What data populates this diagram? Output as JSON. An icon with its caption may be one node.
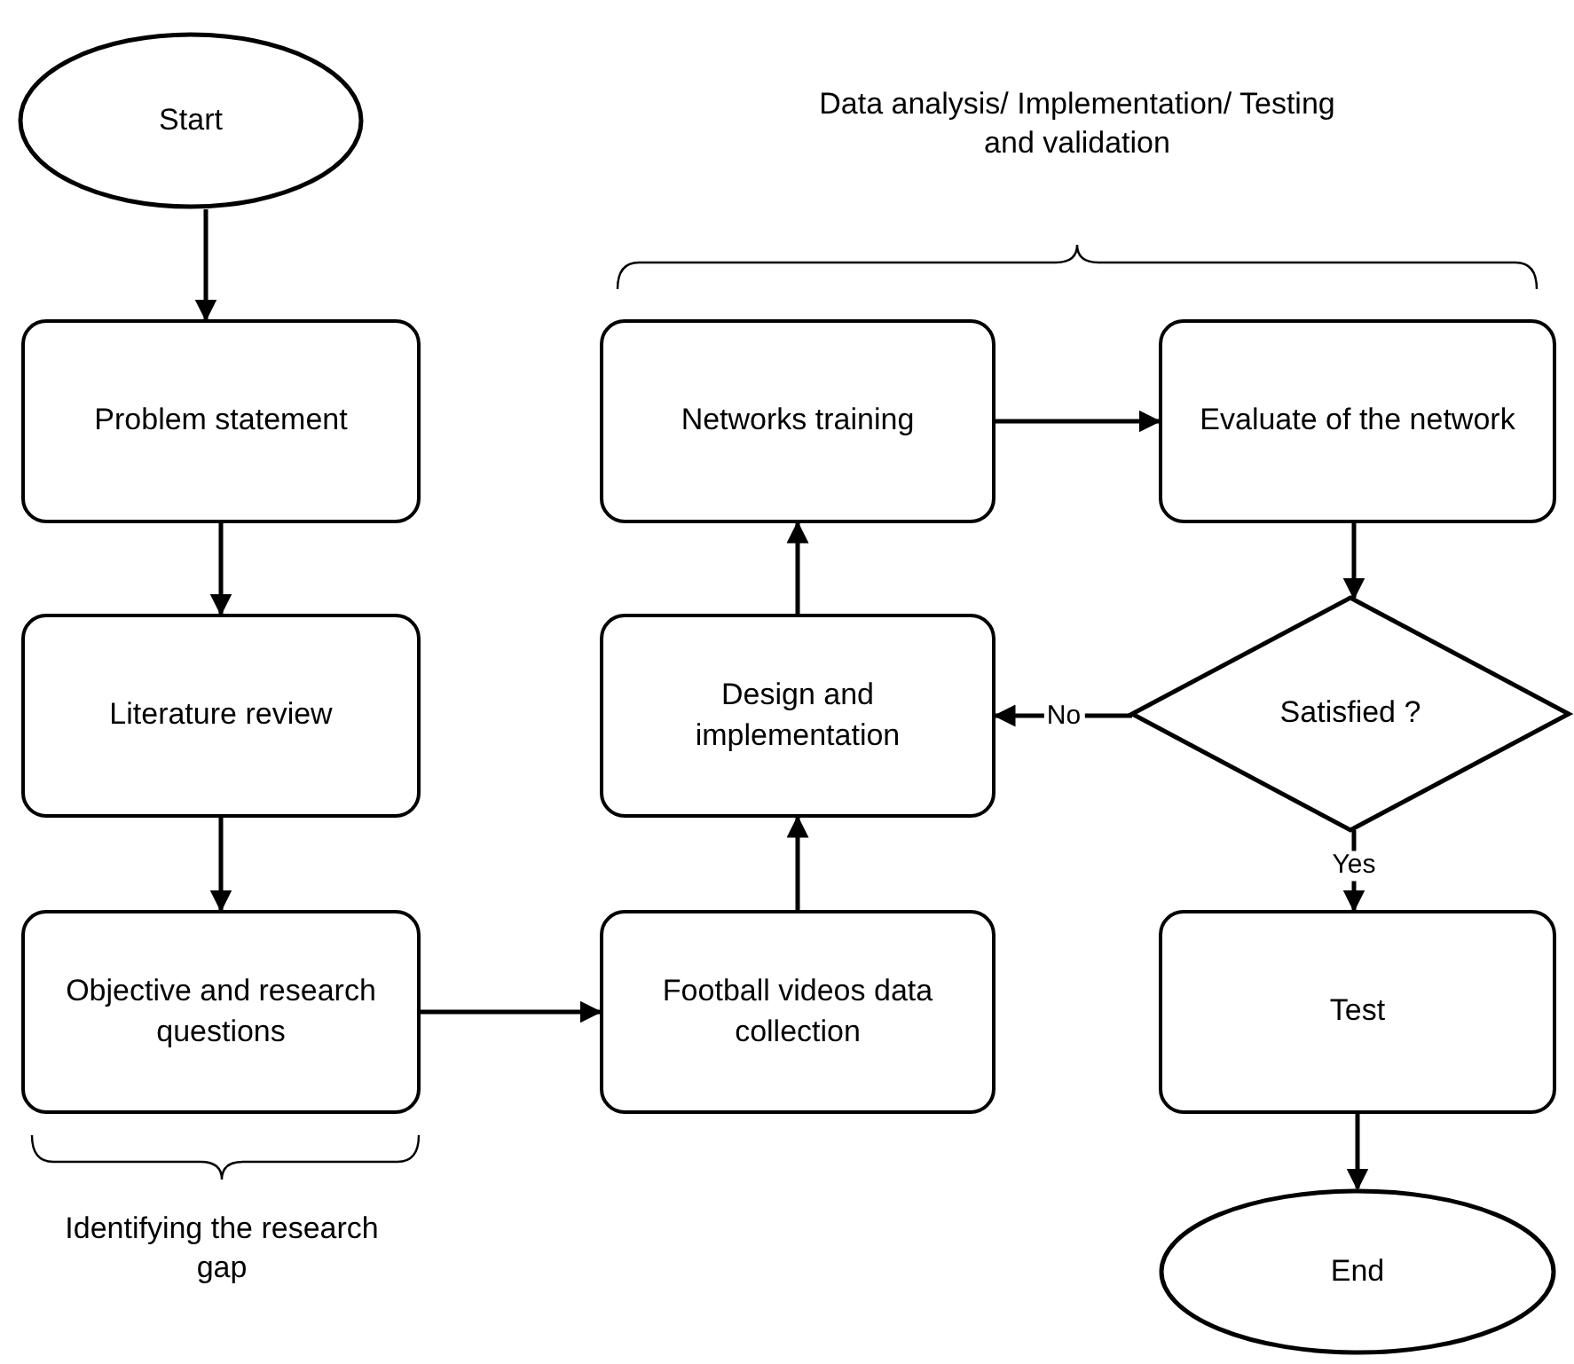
{
  "diagram": {
    "nodes": [
      {
        "text": [
          "Start"
        ]
      },
      {
        "text": [
          "Problem statement"
        ]
      },
      {
        "text": [
          "Networks training"
        ]
      },
      {
        "text": [
          "Evaluate of the network"
        ]
      },
      {
        "text": [
          "Literature review"
        ]
      },
      {
        "text": [
          "Design and implementation"
        ]
      },
      {
        "text": [
          "Satisfied ?"
        ]
      },
      {
        "text": [
          "Objective and research questions"
        ]
      },
      {
        "text": [
          "Football videos data collection"
        ]
      },
      {
        "text": [
          "Test"
        ]
      },
      {
        "text": [
          "End"
        ]
      }
    ],
    "edges": [
      {
        "from": 0,
        "to": 1,
        "arrow": "to"
      },
      {
        "from": 1,
        "to": 4,
        "arrow": "to"
      },
      {
        "from": 4,
        "to": 7,
        "arrow": "to"
      },
      {
        "from": 7,
        "to": 8,
        "arrow": "to"
      },
      {
        "from": 8,
        "to": 5,
        "arrow": "to"
      },
      {
        "from": 5,
        "to": 2,
        "arrow": "to"
      },
      {
        "from": 2,
        "to": 3,
        "arrow": "to"
      },
      {
        "from": 3,
        "to": 6,
        "arrow": "to"
      },
      {
        "from": 6,
        "to": 5,
        "arrow": "to",
        "label": "No"
      },
      {
        "from": 6,
        "to": 9,
        "arrow": "to",
        "label": "Yes"
      },
      {
        "from": 9,
        "to": 10,
        "arrow": "to"
      }
    ],
    "labels": [
      "Data analysis/ Implementation/ Testing and validation",
      "Identifying the research gap"
    ]
  }
}
